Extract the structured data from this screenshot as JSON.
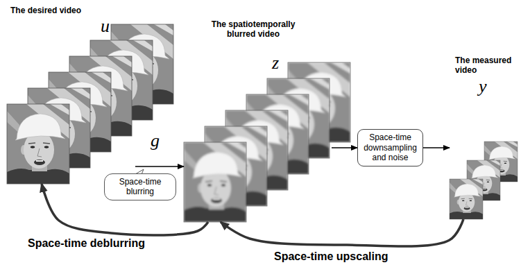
{
  "diagram": {
    "nodes": [
      {
        "text": [
          "The desired video",
          "u"
        ]
      },
      {
        "text": [
          "The spatiotemporally blurred video",
          "z"
        ]
      },
      {
        "text": [
          "The measured video",
          "y"
        ]
      },
      {
        "text": [
          "Space-time blurring"
        ]
      },
      {
        "text": [
          "Space-time downsampling and noise"
        ]
      }
    ],
    "edges": [
      {
        "from": 0,
        "to": 1,
        "arrow": "to",
        "label": "g"
      },
      {
        "from": 1,
        "to": 4,
        "arrow": "to"
      },
      {
        "from": 4,
        "to": 2,
        "arrow": "to"
      },
      {
        "from": 2,
        "to": 1,
        "arrow": "to",
        "label": "Space-time upscaling"
      },
      {
        "from": 1,
        "to": 0,
        "arrow": "to",
        "label": "Space-time deblurring"
      }
    ]
  }
}
